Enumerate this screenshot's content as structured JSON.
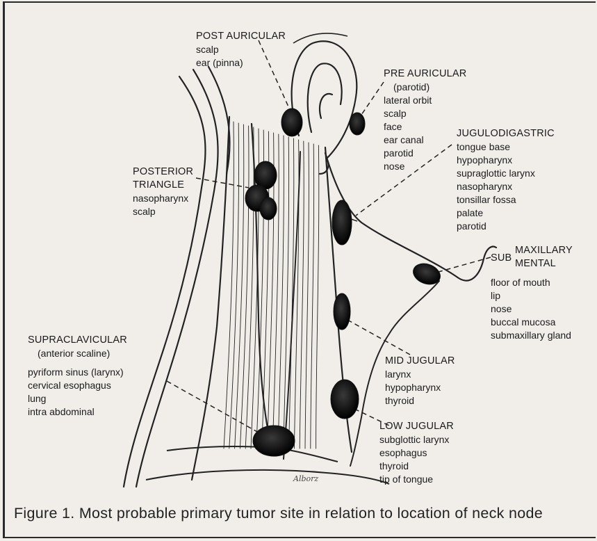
{
  "labels": {
    "post_auricular": {
      "heading": "POST AURICULAR",
      "sites": [
        "scalp",
        "ear (pinna)"
      ]
    },
    "pre_auricular": {
      "heading": "PRE AURICULAR",
      "qualifier": "(parotid)",
      "sites": [
        "lateral orbit",
        "scalp",
        "face",
        "ear canal",
        "parotid",
        "nose"
      ]
    },
    "jugulodigastric": {
      "heading": "JUGULODIGASTRIC",
      "sites": [
        "tongue base",
        "hypopharynx",
        "supraglottic larynx",
        "nasopharynx",
        "tonsillar fossa",
        "palate",
        "parotid"
      ]
    },
    "posterior_triangle": {
      "heading_line1": "POSTERIOR",
      "heading_line2": "TRIANGLE",
      "sites": [
        "nasopharynx",
        "scalp"
      ]
    },
    "sub_maxillary_mental": {
      "prefix": "SUB",
      "heading_top": "MAXILLARY",
      "heading_bottom": "MENTAL",
      "sites": [
        "floor of mouth",
        "lip",
        "nose",
        "buccal mucosa",
        "submaxillary gland"
      ]
    },
    "supraclavicular": {
      "heading": "SUPRACLAVICULAR",
      "qualifier": "(anterior scaline)",
      "sites": [
        "pyriform sinus (larynx)",
        "cervical esophagus",
        "lung",
        "intra abdominal"
      ]
    },
    "mid_jugular": {
      "heading": "MID JUGULAR",
      "sites": [
        "larynx",
        "hypopharynx",
        "thyroid"
      ]
    },
    "low_jugular": {
      "heading": "LOW JUGULAR",
      "sites": [
        "subglottic larynx",
        "esophagus",
        "thyroid",
        "tip of tongue"
      ]
    }
  },
  "signature": "Alborz",
  "caption": "Figure 1. Most probable primary tumor site in relation to location of neck node"
}
